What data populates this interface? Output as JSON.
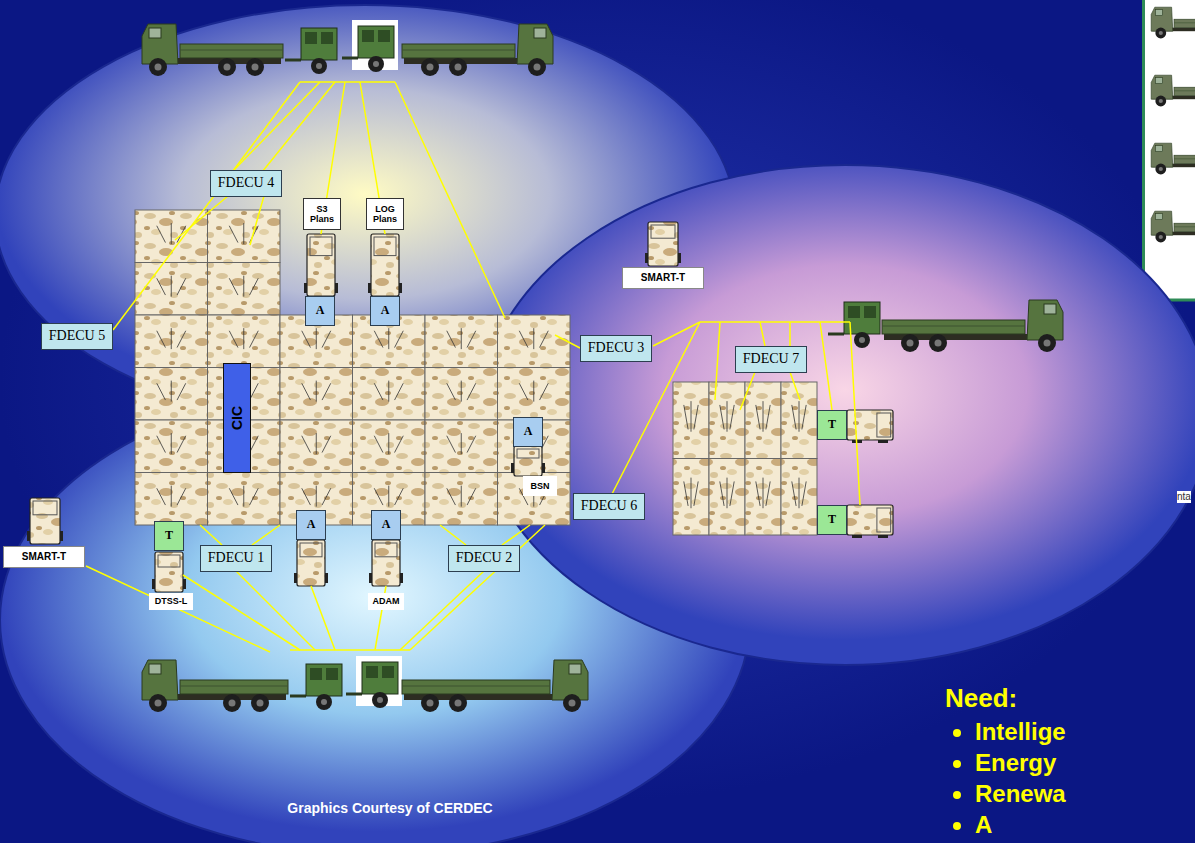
{
  "diagram": {
    "nodes": [
      {
        "text": [
          "FDECU 4"
        ]
      },
      {
        "text": [
          "S3 Plans"
        ]
      },
      {
        "text": [
          "LOG Plans"
        ]
      },
      {
        "text": [
          "SMART-T"
        ]
      },
      {
        "text": [
          "A"
        ]
      },
      {
        "text": [
          "A"
        ]
      },
      {
        "text": [
          "FDECU 5"
        ]
      },
      {
        "text": [
          "FDECU 3"
        ]
      },
      {
        "text": [
          "FDECU 7"
        ]
      },
      {
        "text": [
          "CIC"
        ]
      },
      {
        "text": [
          "T"
        ]
      },
      {
        "text": [
          "A"
        ]
      },
      {
        "text": [
          "BSN"
        ]
      },
      {
        "text": [
          "FDECU 6"
        ]
      },
      {
        "text": [
          "T"
        ]
      },
      {
        "text": [
          "A"
        ]
      },
      {
        "text": [
          "A"
        ]
      },
      {
        "text": [
          "T"
        ]
      },
      {
        "text": [
          "FDECU 1"
        ]
      },
      {
        "text": [
          "FDECU 2"
        ]
      },
      {
        "text": [
          "SMART-T"
        ]
      },
      {
        "text": [
          "DTSS-L"
        ]
      },
      {
        "text": [
          "ADAM"
        ]
      }
    ],
    "labels": [
      "nta",
      "Need:",
      "Intellige",
      "Energy",
      "Renewa",
      "A",
      "Graphics Courtesy of CERDEC"
    ]
  }
}
